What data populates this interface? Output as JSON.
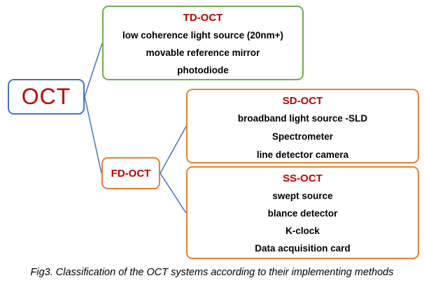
{
  "root": {
    "label": "OCT"
  },
  "td_oct": {
    "title": "TD-OCT",
    "items": [
      "low coherence light source (20nm+)",
      "movable reference mirror",
      "photodiode"
    ]
  },
  "fd_oct": {
    "label": "FD-OCT"
  },
  "sd_oct": {
    "title": "SD-OCT",
    "items": [
      "broadband light source -SLD",
      "Spectrometer",
      "line detector camera"
    ]
  },
  "ss_oct": {
    "title": "SS-OCT",
    "items": [
      "swept source",
      "blance detector",
      "K-clock",
      "Data acquisition card"
    ]
  },
  "caption": "Fig3. Classification of the OCT systems according to their implementing methods",
  "colors": {
    "connector": "#4472c4",
    "root_border": "#4472c4",
    "td_border": "#70ad47",
    "fd_border": "#ed7d31",
    "title_text": "#c00000"
  }
}
